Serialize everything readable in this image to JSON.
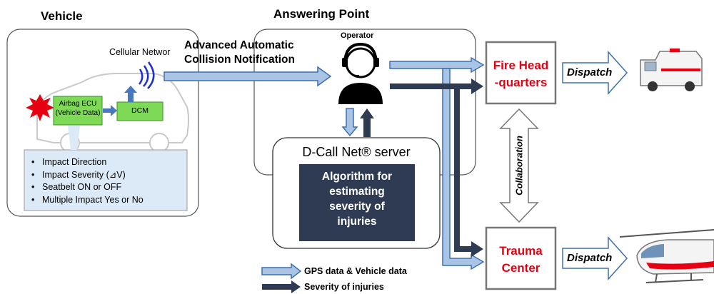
{
  "sections": {
    "vehicle": "Vehicle",
    "answering_point": "Answering Point"
  },
  "vehicle": {
    "cellular_label": "Cellular Networ",
    "airbag_ecu": "Airbag ECU",
    "vehicle_data": "(Vehicle Data)",
    "dcm": "DCM",
    "items": [
      "Impact Direction",
      "Impact Severity (⊿V)",
      "Seatbelt ON or OFF",
      "Multiple Impact Yes or No"
    ]
  },
  "aacn": {
    "line1": "Advanced Automatic",
    "line2": "Collision Notification"
  },
  "operator": "Operator",
  "server": {
    "title": "D-Call Net® server",
    "algorithm_lines": [
      "Algorithm for",
      "estimating",
      "severity of",
      "injuries"
    ]
  },
  "fire": {
    "line1": "Fire Head",
    "line2": "-quarters"
  },
  "trauma": {
    "line1": "Trauma",
    "line2": "Center"
  },
  "collaboration": "Collaboration",
  "dispatch_top": "Dispatch",
  "dispatch_bottom": "Dispatch",
  "legend": {
    "gps": "GPS data & Vehicle data",
    "severity": "Severity of injuries"
  },
  "colors": {
    "dark_navy": "#2e3b52",
    "light_blue": "#a9c4e4",
    "arrow_outline": "#3d6fb0",
    "green_box": "#7ed957",
    "red_text": "#e60012",
    "info_box": "#dce9f6"
  }
}
